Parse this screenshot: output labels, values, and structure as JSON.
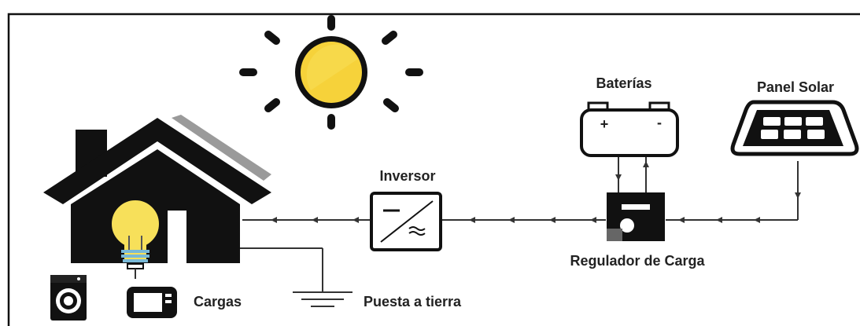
{
  "labels": {
    "baterias": "Baterías",
    "panel_solar": "Panel Solar",
    "inversor": "Inversor",
    "regulador": "Regulador de Carga",
    "cargas": "Cargas",
    "puesta_tierra": "Puesta a tierra",
    "battery_plus": "+",
    "battery_minus": "-"
  },
  "colors": {
    "house": "#111111",
    "sun_fill": "#f6d23a",
    "sun_ray": "#111111",
    "bulb": "#f7e05a",
    "roof_panel": "#9a9a9a",
    "wire": "#333333",
    "frame_border": "#111111"
  },
  "icons": [
    "sun-icon",
    "house-icon",
    "bulb-icon",
    "battery-icon",
    "solar-panel-icon",
    "inverter-icon",
    "charge-regulator-icon",
    "washing-machine-icon",
    "microwave-icon",
    "ground-icon"
  ]
}
